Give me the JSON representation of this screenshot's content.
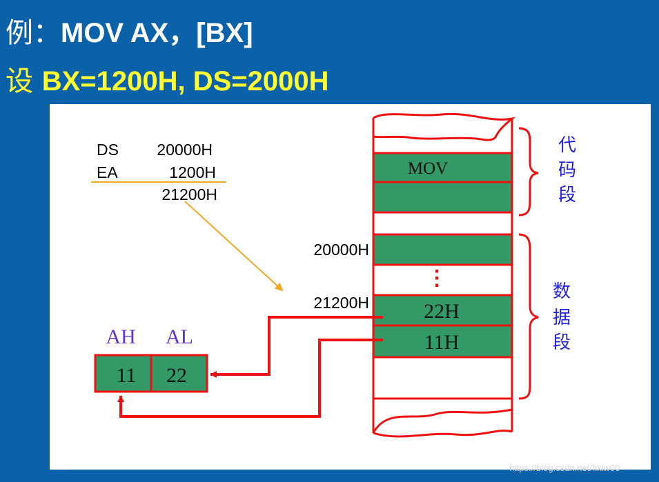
{
  "title": {
    "line1_prefix": "例：",
    "line1_main": "MOV  AX，[BX]",
    "line2_prefix": "设 ",
    "line2_main": "BX=1200H, DS=2000H"
  },
  "calc": {
    "row1_label": "DS",
    "row1_value": "20000H",
    "row2_label": "EA",
    "row2_value": "1200H",
    "result": "21200H"
  },
  "memory": {
    "cells": [
      "MOV",
      "",
      "",
      "",
      "22H",
      "11H",
      ""
    ],
    "address_labels": [
      "20000H",
      "21200H"
    ],
    "ellipsis": "⋮"
  },
  "segments": {
    "code": [
      "代",
      "码",
      "段"
    ],
    "data": [
      "数",
      "据",
      "段"
    ]
  },
  "register": {
    "high_label": "AH",
    "low_label": "AL",
    "high_value": "11",
    "low_value": "22"
  },
  "watermark": "https://blog.csdn.net/hxlw00",
  "colors": {
    "background": "#0b62a8",
    "title_line1": "#ffffff",
    "title_line2": "#ffff33",
    "cell_fill": "#339966",
    "red": "#ee1111",
    "arrow_orange": "#f5a623",
    "blue_text": "#2222dd",
    "purple_text": "#6633cc"
  }
}
